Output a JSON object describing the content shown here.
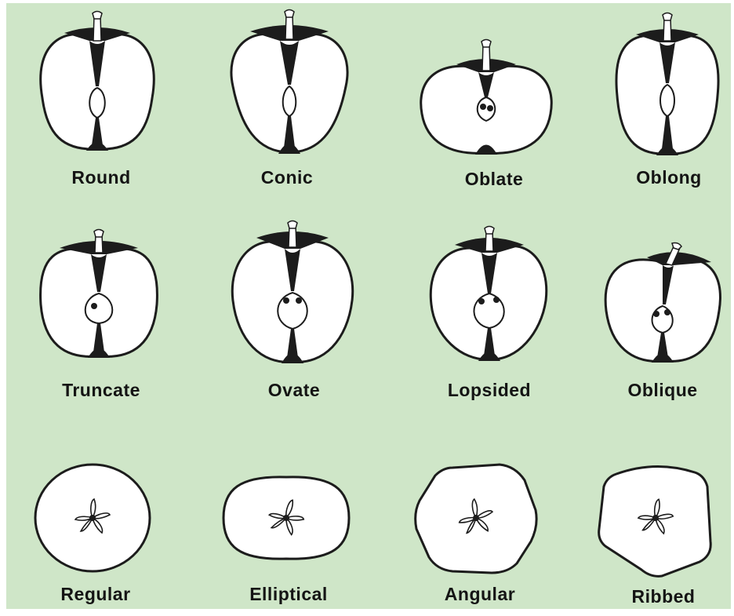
{
  "shapes": [
    {
      "name": "Round",
      "view": "longitudinal"
    },
    {
      "name": "Conic",
      "view": "longitudinal"
    },
    {
      "name": "Oblate",
      "view": "longitudinal"
    },
    {
      "name": "Oblong",
      "view": "longitudinal"
    },
    {
      "name": "Truncate",
      "view": "longitudinal"
    },
    {
      "name": "Ovate",
      "view": "longitudinal"
    },
    {
      "name": "Lopsided",
      "view": "longitudinal"
    },
    {
      "name": "Oblique",
      "view": "longitudinal"
    },
    {
      "name": "Regular",
      "view": "cross-section"
    },
    {
      "name": "Elliptical",
      "view": "cross-section"
    },
    {
      "name": "Angular",
      "view": "cross-section"
    },
    {
      "name": "Ribbed",
      "view": "cross-section"
    }
  ],
  "colors": {
    "background": "#cfe6c8",
    "outline": "#1c1c1c",
    "flesh": "#ffffff"
  }
}
